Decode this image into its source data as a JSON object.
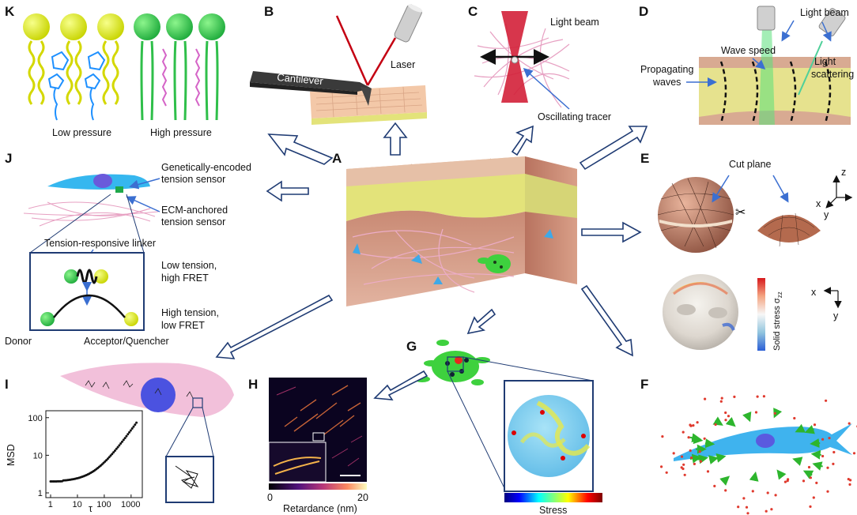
{
  "panels": {
    "A": "A",
    "B": "B",
    "C": "C",
    "D": "D",
    "E": "E",
    "F": "F",
    "G": "G",
    "H": "H",
    "I": "I",
    "J": "J",
    "K": "K"
  },
  "k": {
    "low": "Low pressure",
    "high": "High pressure"
  },
  "b": {
    "cantilever": "Cantilever",
    "laser": "Laser"
  },
  "c": {
    "beam": "Light beam",
    "tracer": "Oscillating tracer"
  },
  "d": {
    "beam": "Light beam",
    "speed": "Wave speed",
    "waves1": "Propagating",
    "waves2": "waves",
    "scat1": "Light",
    "scat2": "scattering"
  },
  "e": {
    "cut": "Cut plane",
    "z": "z",
    "x": "x",
    "y": "y",
    "x2": "x",
    "y2": "y",
    "stress": "Solid stress σ",
    "stress_sub": "zz"
  },
  "j": {
    "gen1": "Genetically-encoded",
    "gen2": "tension sensor",
    "ecm1": "ECM-anchored",
    "ecm2": "tension sensor",
    "linker": "Tension-responsive linker",
    "low1": "Low tension,",
    "low2": "high FRET",
    "high1": "High tension,",
    "high2": "low FRET",
    "donor": "Donor",
    "acceptor": "Acceptor/Quencher"
  },
  "i": {
    "ylabel": "MSD",
    "xlabel": "τ",
    "yticks": [
      "100",
      "10",
      "1"
    ],
    "xticks": [
      "1",
      "10",
      "100",
      "1000"
    ]
  },
  "h": {
    "xlabel": "Retardance (nm)",
    "min": "0",
    "max": "20"
  },
  "g": {
    "colorbar": "Stress"
  },
  "colors": {
    "arrow_stroke": "#1f3b73",
    "skin_top": "#e7b79d",
    "skin_yellow": "#e3e37a",
    "skin_dermis": "#c98f7b",
    "fibers": "#e9a9c6",
    "cell_blue": "#3fa9e8",
    "cell_green": "#3ed13e",
    "nucleus": "#5a5adf"
  }
}
